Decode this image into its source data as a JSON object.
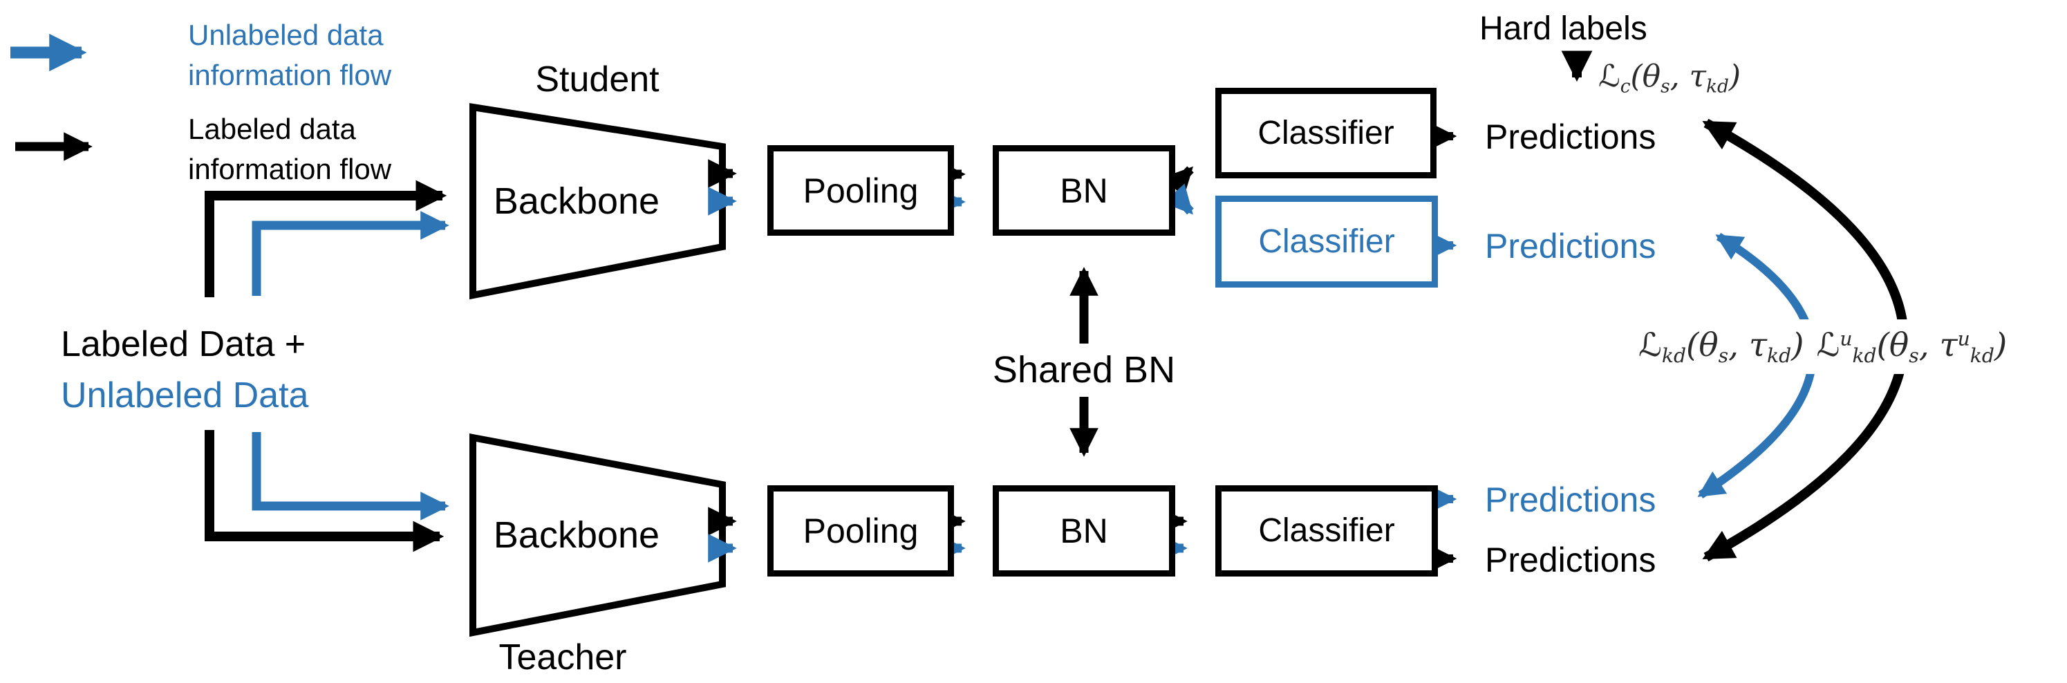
{
  "colors": {
    "blue": "#2E75B6",
    "black": "#000000"
  },
  "legend": {
    "unlabeled_line1": "Unlabeled data",
    "unlabeled_line2": "information flow",
    "labeled_line1": "Labeled data",
    "labeled_line2": "information flow"
  },
  "source": {
    "labeled": "Labeled Data +",
    "unlabeled": "Unlabeled Data"
  },
  "student": {
    "title": "Student",
    "backbone": "Backbone",
    "pooling": "Pooling",
    "bn": "BN",
    "classifier_labeled": "Classifier",
    "classifier_unlabeled": "Classifier",
    "predictions_labeled": "Predictions",
    "predictions_unlabeled": "Predictions"
  },
  "teacher": {
    "title": "Teacher",
    "backbone": "Backbone",
    "pooling": "Pooling",
    "bn": "BN",
    "classifier": "Classifier",
    "predictions_unlabeled": "Predictions",
    "predictions_labeled": "Predictions"
  },
  "shared_bn_label": "Shared BN",
  "hard_labels": "Hard labels",
  "losses": {
    "classification": "ℒ_c(θ_s, τ_kd)",
    "kd_labeled": "ℒ_kd(θ_s, τ_kd)",
    "kd_unlabeled": "ℒ^u_kd(θ_s, τ^u_kd)"
  }
}
